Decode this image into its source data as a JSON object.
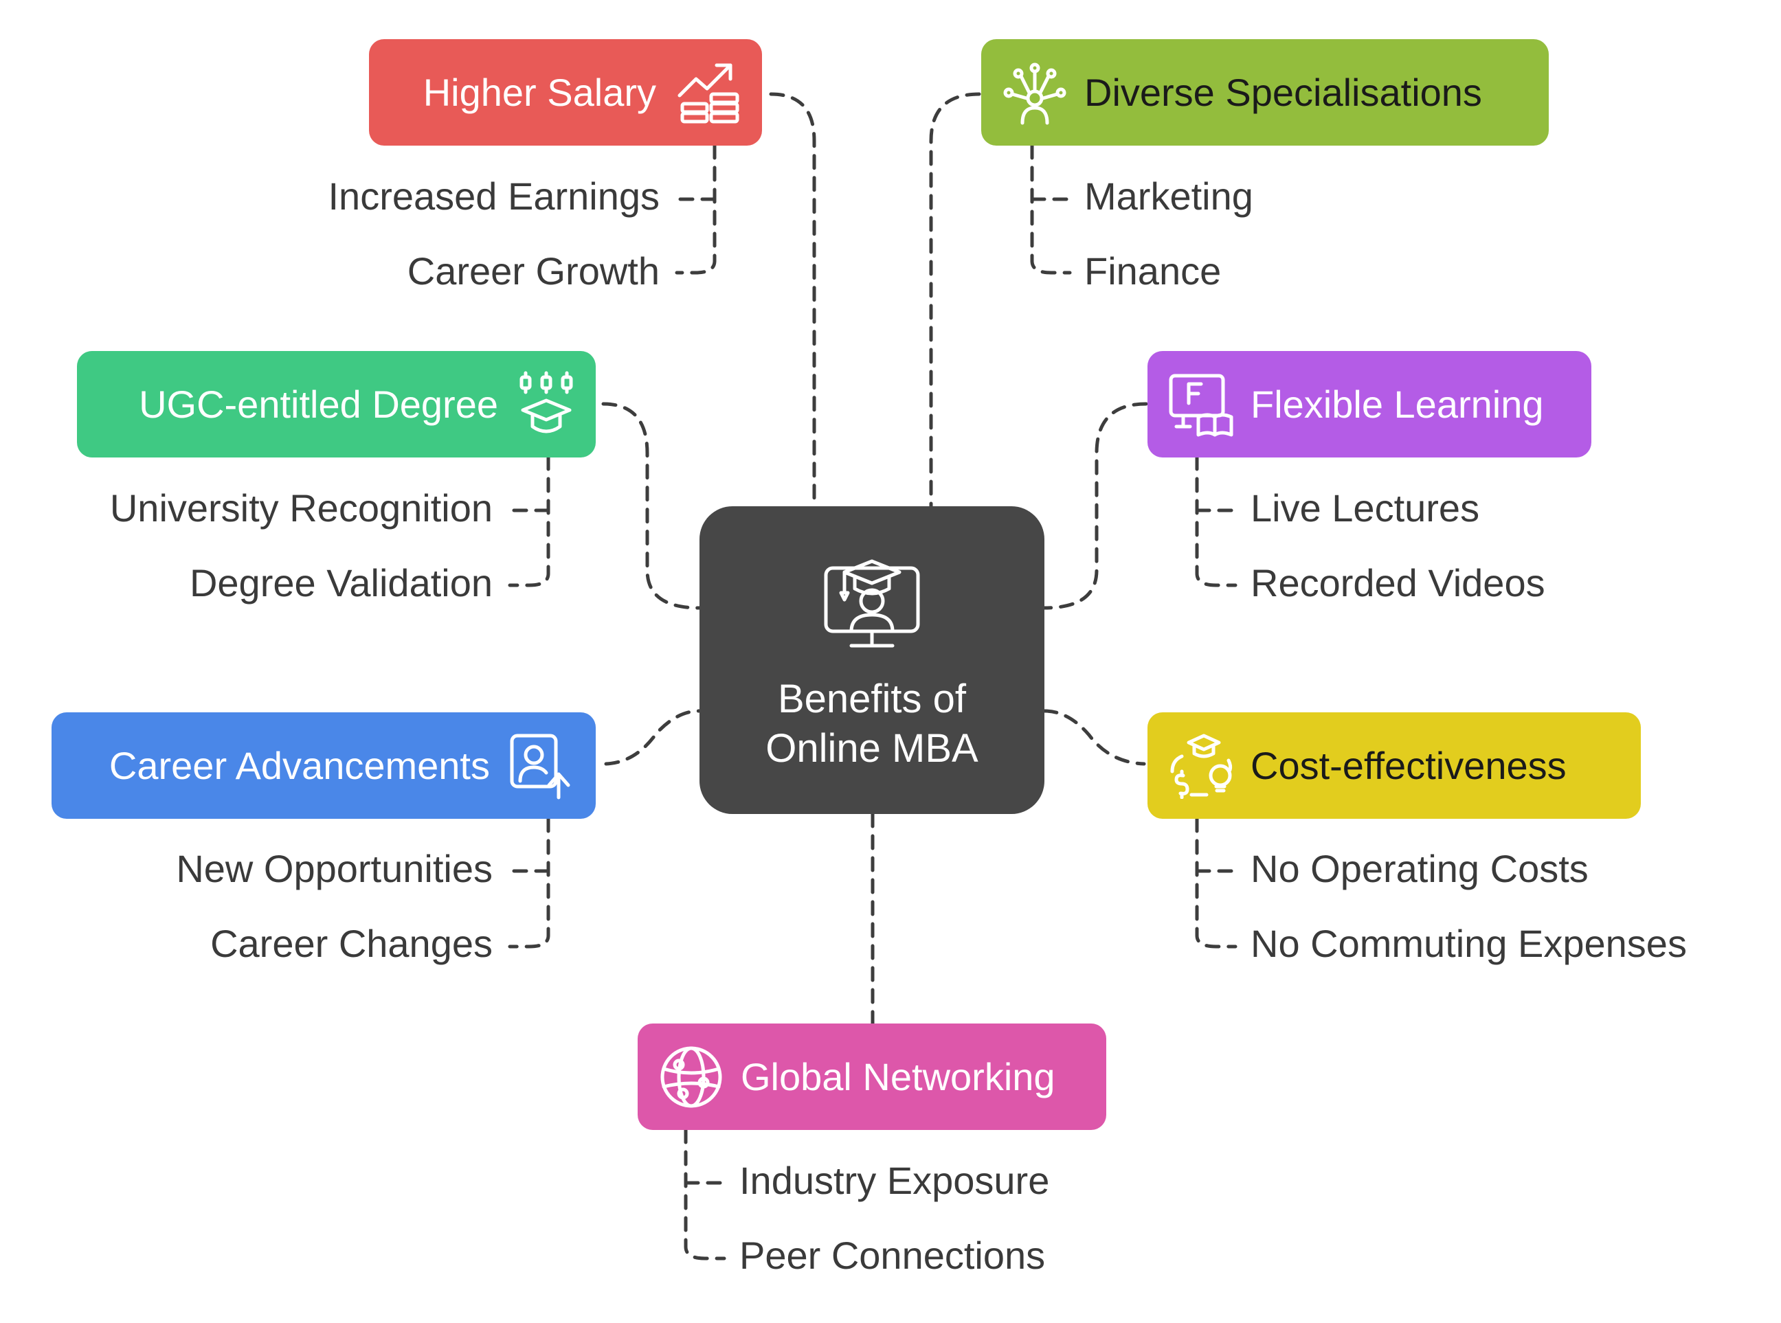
{
  "center": {
    "line1": "Benefits of",
    "line2": "Online MBA",
    "icon": "online-graduate-icon"
  },
  "nodes": {
    "higher_salary": {
      "title": "Higher Salary",
      "icon": "salary-growth-icon",
      "color": "#E85A57",
      "items": [
        "Increased Earnings",
        "Career Growth"
      ]
    },
    "ugc_degree": {
      "title": "UGC-entitled Degree",
      "icon": "graduation-cap-icon",
      "color": "#3FC983",
      "items": [
        "University Recognition",
        "Degree Validation"
      ]
    },
    "career_advancements": {
      "title": "Career Advancements",
      "icon": "profile-up-icon",
      "color": "#4A87E8",
      "items": [
        "New Opportunities",
        "Career Changes"
      ]
    },
    "diverse_specialisations": {
      "title": "Diverse Specialisations",
      "icon": "network-person-icon",
      "color": "#93BD3D",
      "items": [
        "Marketing",
        "Finance"
      ]
    },
    "flexible_learning": {
      "title": "Flexible Learning",
      "icon": "screen-book-icon",
      "color": "#B45CE6",
      "items": [
        "Live Lectures",
        "Recorded Videos"
      ]
    },
    "cost_effectiveness": {
      "title": "Cost-effectiveness",
      "icon": "money-idea-icon",
      "color": "#E2CD1E",
      "items": [
        "No Operating Costs",
        "No Commuting Expenses"
      ]
    },
    "global_networking": {
      "title": "Global Networking",
      "icon": "globe-network-icon",
      "color": "#DD57AA",
      "items": [
        "Industry Exposure",
        "Peer Connections"
      ]
    }
  }
}
